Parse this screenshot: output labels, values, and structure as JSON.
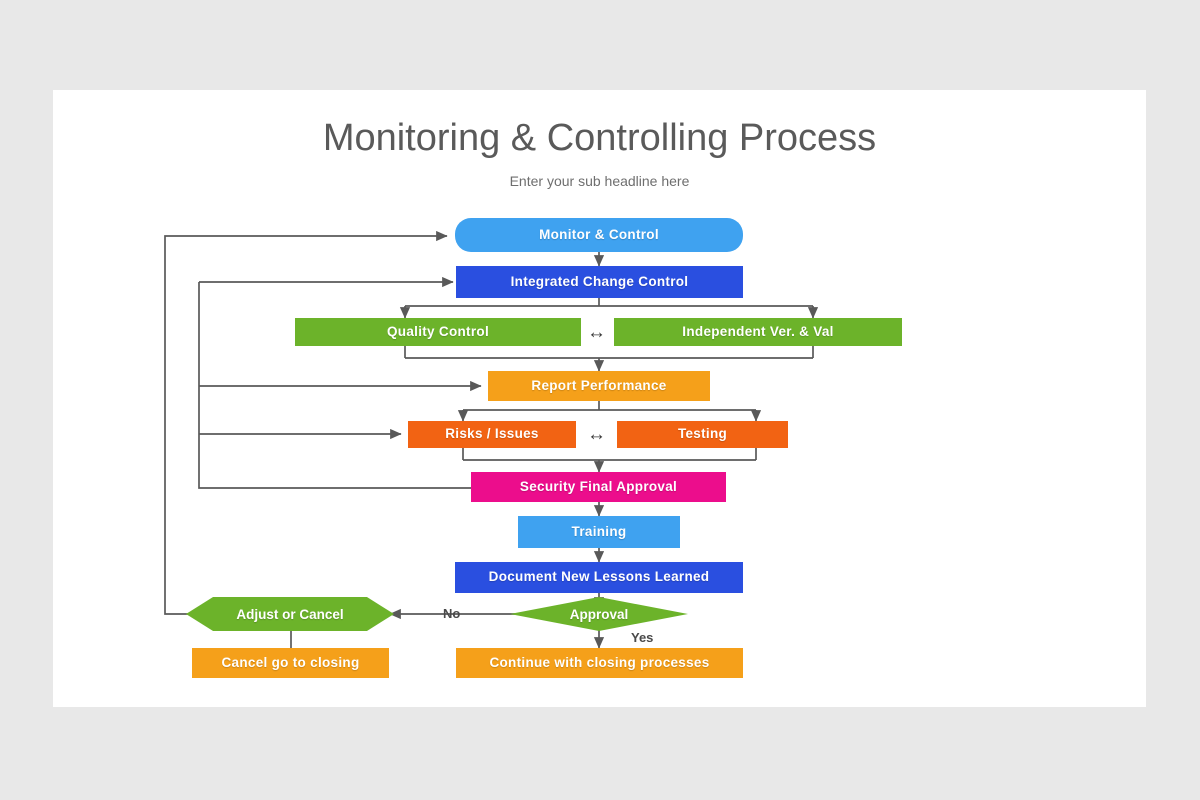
{
  "page": {
    "background_color": "#e8e8e8",
    "card_color": "#ffffff"
  },
  "header": {
    "title": "Monitoring & Controlling Process",
    "subtitle": "Enter your sub headline here",
    "title_color": "#5a5a5a",
    "subtitle_color": "#6e6e6e"
  },
  "palette": {
    "light_blue": "#3fa2f0",
    "blue": "#2a4fe0",
    "green": "#6cb32a",
    "amber": "#f5a01a",
    "orange_red": "#f26313",
    "magenta": "#ec0d8c",
    "line": "#595959"
  },
  "nodes": {
    "monitor_control": "Monitor & Control",
    "integrated_change_control": "Integrated Change Control",
    "quality_control": "Quality Control",
    "independent_ver_val": "Independent Ver. & Val",
    "report_performance": "Report Performance",
    "risks_issues": "Risks / Issues",
    "testing": "Testing",
    "security_final_approval": "Security Final Approval",
    "training": "Training",
    "document_new_lessons": "Document New Lessons Learned",
    "adjust_or_cancel": "Adjust or Cancel",
    "approval": "Approval",
    "cancel_go_to_closing": "Cancel go to closing",
    "continue_with_closing": "Continue with closing processes"
  },
  "edge_labels": {
    "no": "No",
    "yes": "Yes",
    "bidirectional_glyph": "↔"
  }
}
